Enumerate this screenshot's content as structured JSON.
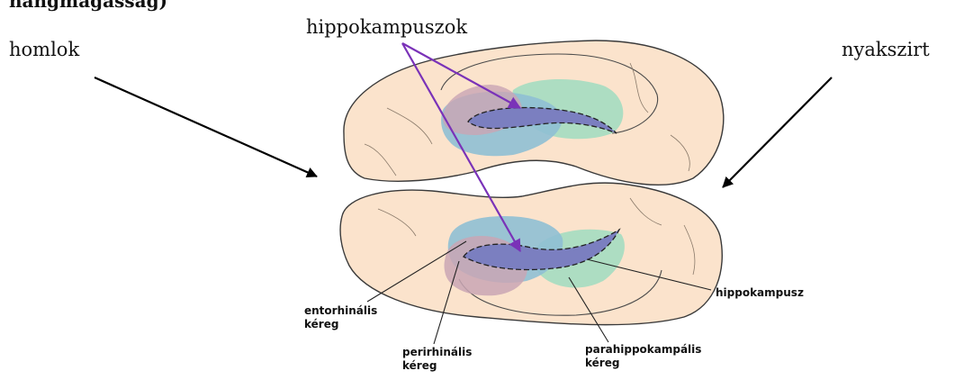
{
  "header_fragment": "hangmagasság)",
  "labels": {
    "hippocampi": "hippokampuszok",
    "frontal": "homlok",
    "occipital": "nyakszirt"
  },
  "annotations": {
    "entorhinal": [
      "entorhinális",
      "kéreg"
    ],
    "perirhinal": [
      "perirhinális",
      "kéreg"
    ],
    "parahippocampal": [
      "parahippokampális",
      "kéreg"
    ],
    "hippocampus": "hippokampusz"
  },
  "colors": {
    "brain": "#fbe3cc",
    "brain_outline": "#3a3a3a",
    "entorhinal_region": "#8fbfd4",
    "perirhinal_region": "#c9a6b4",
    "parahippocampal_region": "#9fdcc0",
    "hippocampus": "#7b7fc0",
    "arrow_purple": "#7a32b8",
    "arrow_black": "#000000"
  }
}
